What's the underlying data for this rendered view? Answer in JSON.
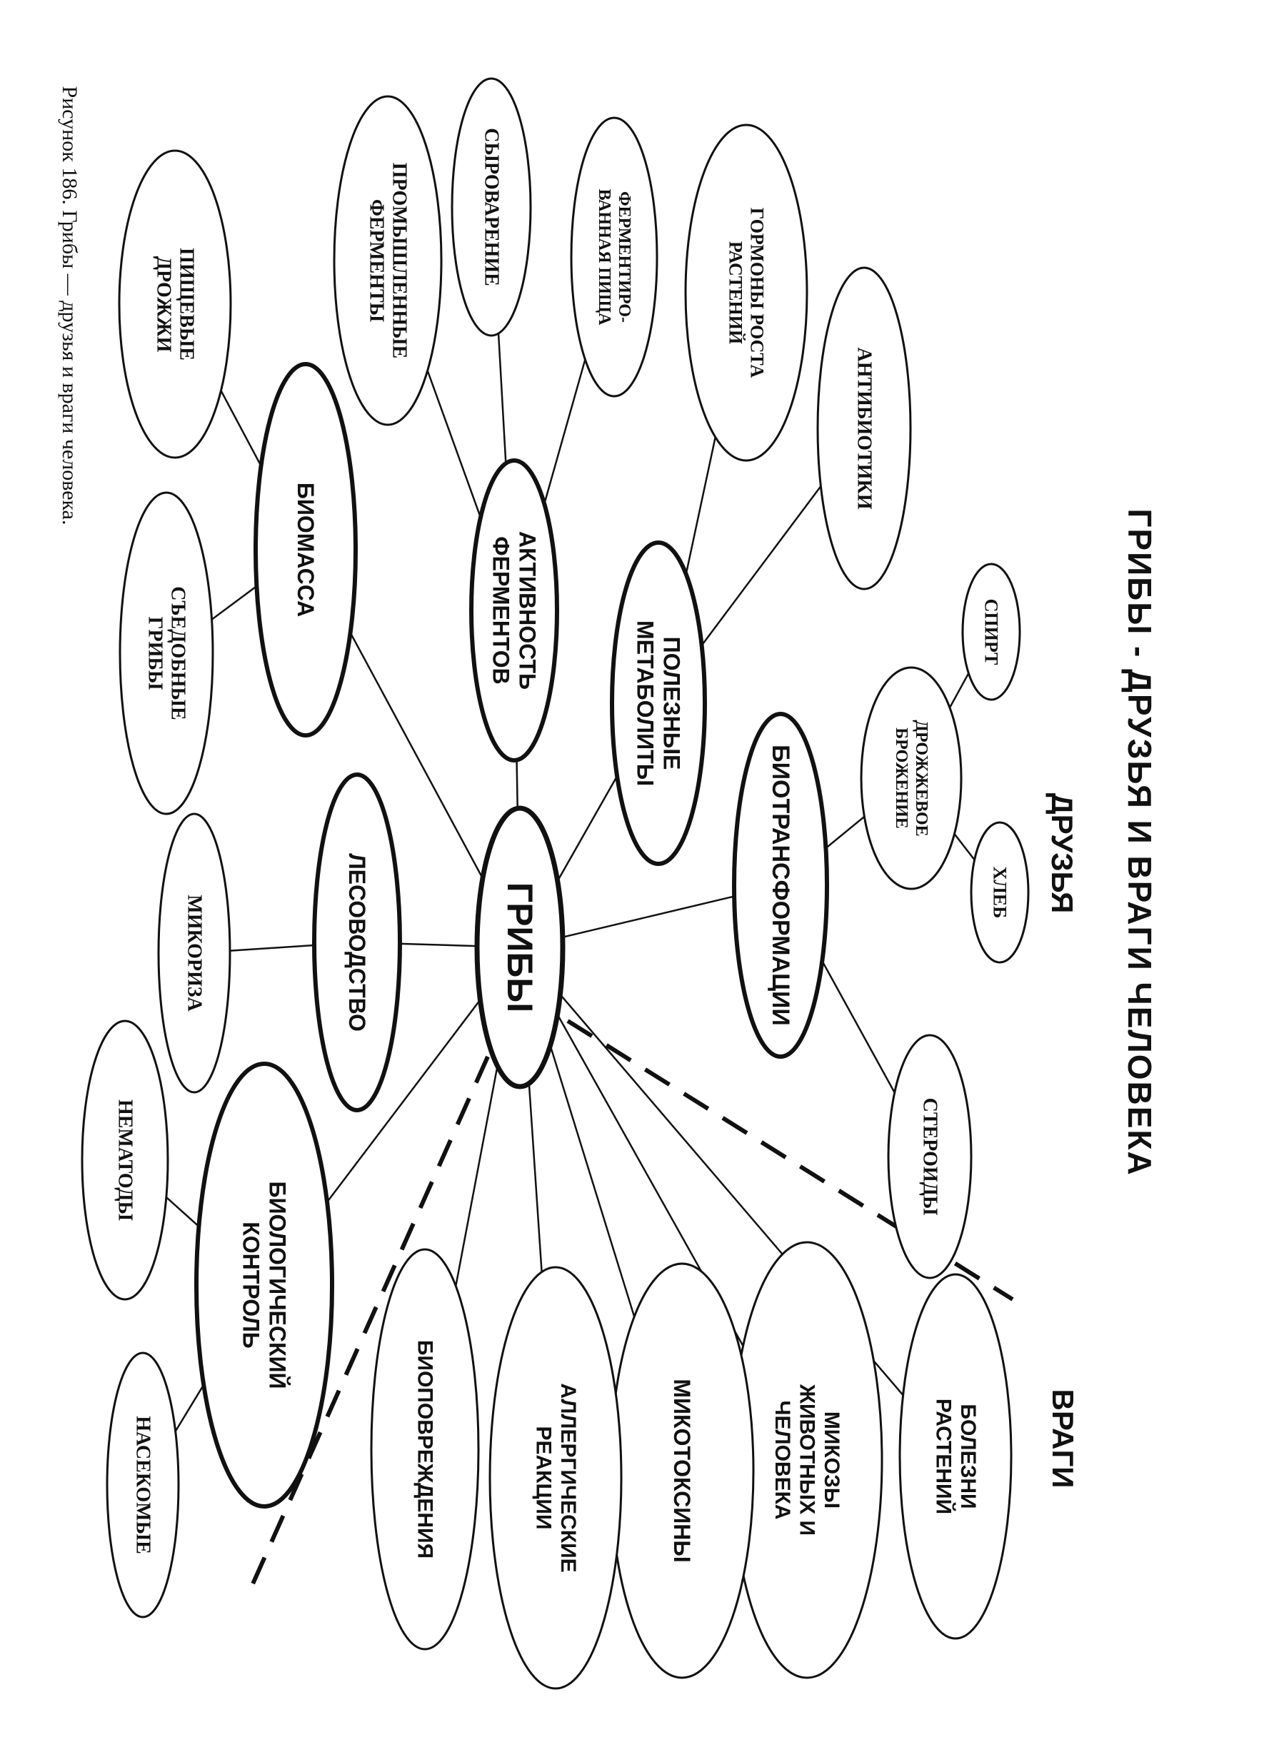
{
  "diagram": {
    "title": "ГРИБЫ - ДРУЗЬЯ И ВРАГИ ЧЕЛОВЕКА",
    "caption": "Рисунок 186. Грибы — друзья и враги человека.",
    "groups": {
      "friends": "ДРУЗЬЯ",
      "enemies": "ВРАГИ"
    },
    "central": {
      "id": "griby",
      "lines": [
        "ГРИБЫ"
      ]
    },
    "nodes": [
      {
        "id": "biotrans",
        "lines": [
          "БИОТРАНСФОРМАЦИИ"
        ]
      },
      {
        "id": "metabolites",
        "lines": [
          "ПОЛЕЗНЫЕ",
          "МЕТАБОЛИТЫ"
        ]
      },
      {
        "id": "enzymes",
        "lines": [
          "АКТИВНОСТЬ",
          "ФЕРМЕНТОВ"
        ]
      },
      {
        "id": "biomass",
        "lines": [
          "БИОМАССА"
        ]
      },
      {
        "id": "forestry",
        "lines": [
          "ЛЕСОВОДСТВО"
        ]
      },
      {
        "id": "biocontrol",
        "lines": [
          "БИОЛОГИЧЕСКИЙ",
          "КОНТРОЛЬ"
        ]
      },
      {
        "id": "spirit",
        "lines": [
          "СПИРТ"
        ]
      },
      {
        "id": "yeast_ferm",
        "lines": [
          "ДРОЖЖЕВОЕ",
          "БРОЖЕНИЕ"
        ]
      },
      {
        "id": "bread",
        "lines": [
          "ХЛЕБ"
        ]
      },
      {
        "id": "steroids",
        "lines": [
          "СТЕРОИДЫ"
        ]
      },
      {
        "id": "antibiotics",
        "lines": [
          "АНТИБИОТИКИ"
        ]
      },
      {
        "id": "hormones",
        "lines": [
          "ГОРМОНЫ РОСТА",
          "РАСТЕНИЙ"
        ]
      },
      {
        "id": "fermented_food",
        "lines": [
          "ФЕРМЕНТИРО-",
          "ВАННАЯ ПИЩА"
        ]
      },
      {
        "id": "cheese",
        "lines": [
          "СЫРОВАРЕНИЕ"
        ]
      },
      {
        "id": "industrial_enz",
        "lines": [
          "ПРОМЫШЛЕННЫЕ",
          "ФЕРМЕНТЫ"
        ]
      },
      {
        "id": "food_yeast",
        "lines": [
          "ПИЩЕВЫЕ",
          "ДРОЖЖИ"
        ]
      },
      {
        "id": "edible",
        "lines": [
          "СЪЕДОБНЫЕ",
          "ГРИБЫ"
        ]
      },
      {
        "id": "mycorrhiza",
        "lines": [
          "МИКОРИЗА"
        ]
      },
      {
        "id": "nematodes",
        "lines": [
          "НЕМАТОДЫ"
        ]
      },
      {
        "id": "insects",
        "lines": [
          "НАСЕКОМЫЕ"
        ]
      },
      {
        "id": "plant_disease",
        "lines": [
          "БОЛЕЗНИ",
          "РАСТЕНИЙ"
        ]
      },
      {
        "id": "mycoses",
        "lines": [
          "МИКОЗЫ",
          "ЖИВОТНЫХ И",
          "ЧЕЛОВЕКА"
        ]
      },
      {
        "id": "mycotoxins",
        "lines": [
          "МИКОТОКСИНЫ"
        ]
      },
      {
        "id": "allergy",
        "lines": [
          "АЛЛЕРГИЧЕСКИЕ",
          "РЕАКЦИИ"
        ]
      },
      {
        "id": "biodamage",
        "lines": [
          "БИОПОВРЕЖДЕНИЯ"
        ]
      }
    ],
    "edges": [
      [
        "griby",
        "biotrans"
      ],
      [
        "griby",
        "metabolites"
      ],
      [
        "griby",
        "enzymes"
      ],
      [
        "griby",
        "biomass"
      ],
      [
        "griby",
        "forestry"
      ],
      [
        "griby",
        "biocontrol"
      ],
      [
        "griby",
        "plant_disease"
      ],
      [
        "griby",
        "mycoses"
      ],
      [
        "griby",
        "mycotoxins"
      ],
      [
        "griby",
        "allergy"
      ],
      [
        "griby",
        "biodamage"
      ],
      [
        "biotrans",
        "yeast_ferm"
      ],
      [
        "biotrans",
        "steroids"
      ],
      [
        "yeast_ferm",
        "spirit"
      ],
      [
        "yeast_ferm",
        "bread"
      ],
      [
        "metabolites",
        "antibiotics"
      ],
      [
        "metabolites",
        "hormones"
      ],
      [
        "enzymes",
        "fermented_food"
      ],
      [
        "enzymes",
        "cheese"
      ],
      [
        "enzymes",
        "industrial_enz"
      ],
      [
        "biomass",
        "food_yeast"
      ],
      [
        "biomass",
        "edible"
      ],
      [
        "forestry",
        "mycorrhiza"
      ],
      [
        "biocontrol",
        "nematodes"
      ],
      [
        "biocontrol",
        "insects"
      ]
    ]
  }
}
